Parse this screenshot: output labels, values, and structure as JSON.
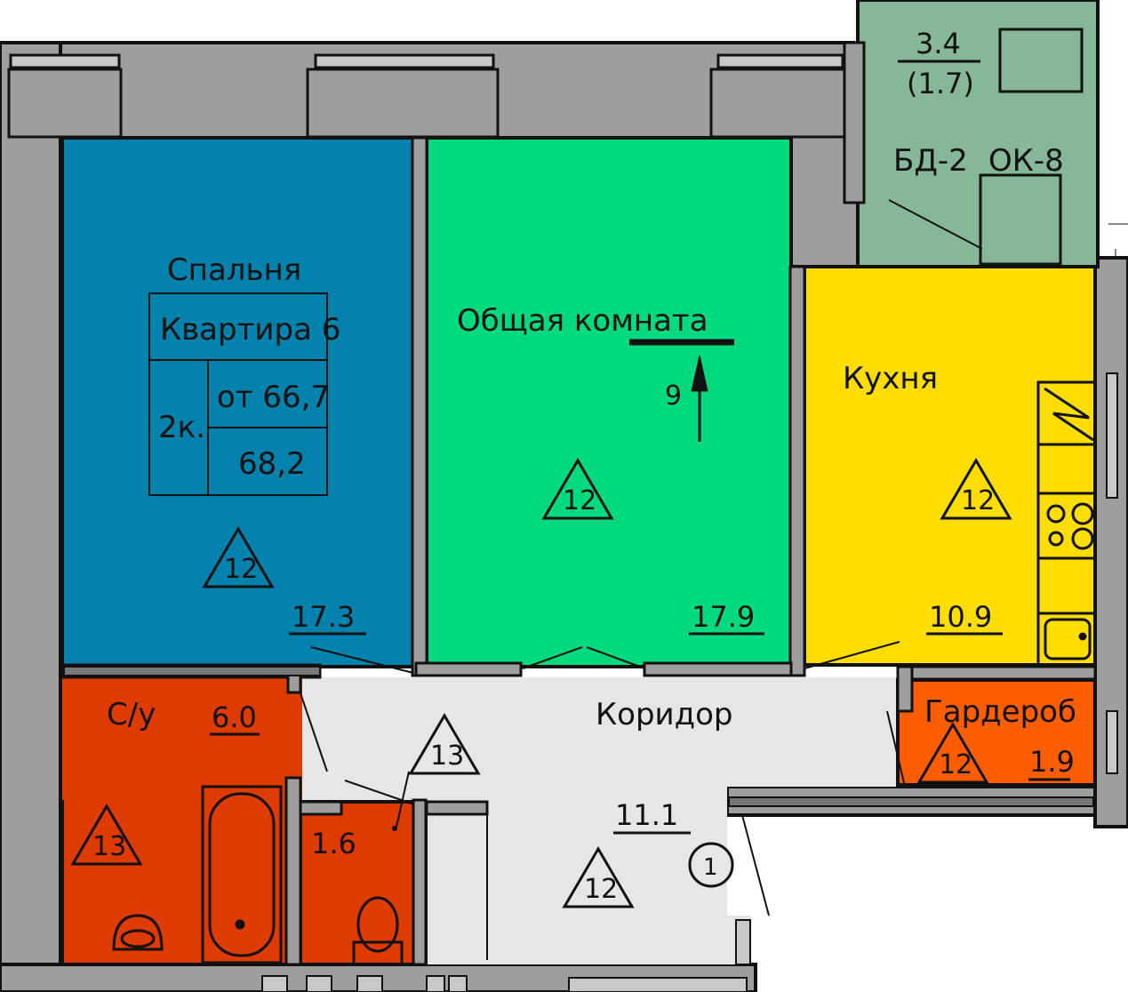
{
  "apartment": {
    "title": "Квартира 6",
    "type": "2к.",
    "area_from": "от 66,7",
    "area_total": "68,2"
  },
  "rooms": {
    "bedroom": {
      "name": "Спальня",
      "area": "17.3",
      "mark": "12",
      "color": "#0082AD"
    },
    "living": {
      "name": "Общая комната",
      "area": "17.9",
      "mark": "12",
      "color": "#00D97E"
    },
    "kitchen": {
      "name": "Кухня",
      "area": "10.9",
      "mark": "12",
      "color": "#FFDD00"
    },
    "bathroom": {
      "name": "С/у",
      "area": "6.0",
      "mark": "13",
      "color": "#DD3B00"
    },
    "toilet": {
      "area": "1.6",
      "color": "#DD3B00"
    },
    "corridor": {
      "name": "Коридор",
      "area": "11.1",
      "mark": "13",
      "mark2": "12",
      "color": "#E6E6E6"
    },
    "wardrobe": {
      "name": "Гардероб",
      "area": "1.9",
      "mark": "12",
      "color": "#FF5E00"
    },
    "balcony": {
      "area": "3.4",
      "area_reduced": "(1.7)",
      "color": "#86B798"
    }
  },
  "labels": {
    "balcony_door": "БД-2",
    "window": "ОК-8",
    "arrow_number": "9",
    "entrance_number": "1"
  },
  "colors": {
    "wall": "#9E9E9E",
    "wall_outline": "#111111",
    "background": "#FFFFFF"
  }
}
